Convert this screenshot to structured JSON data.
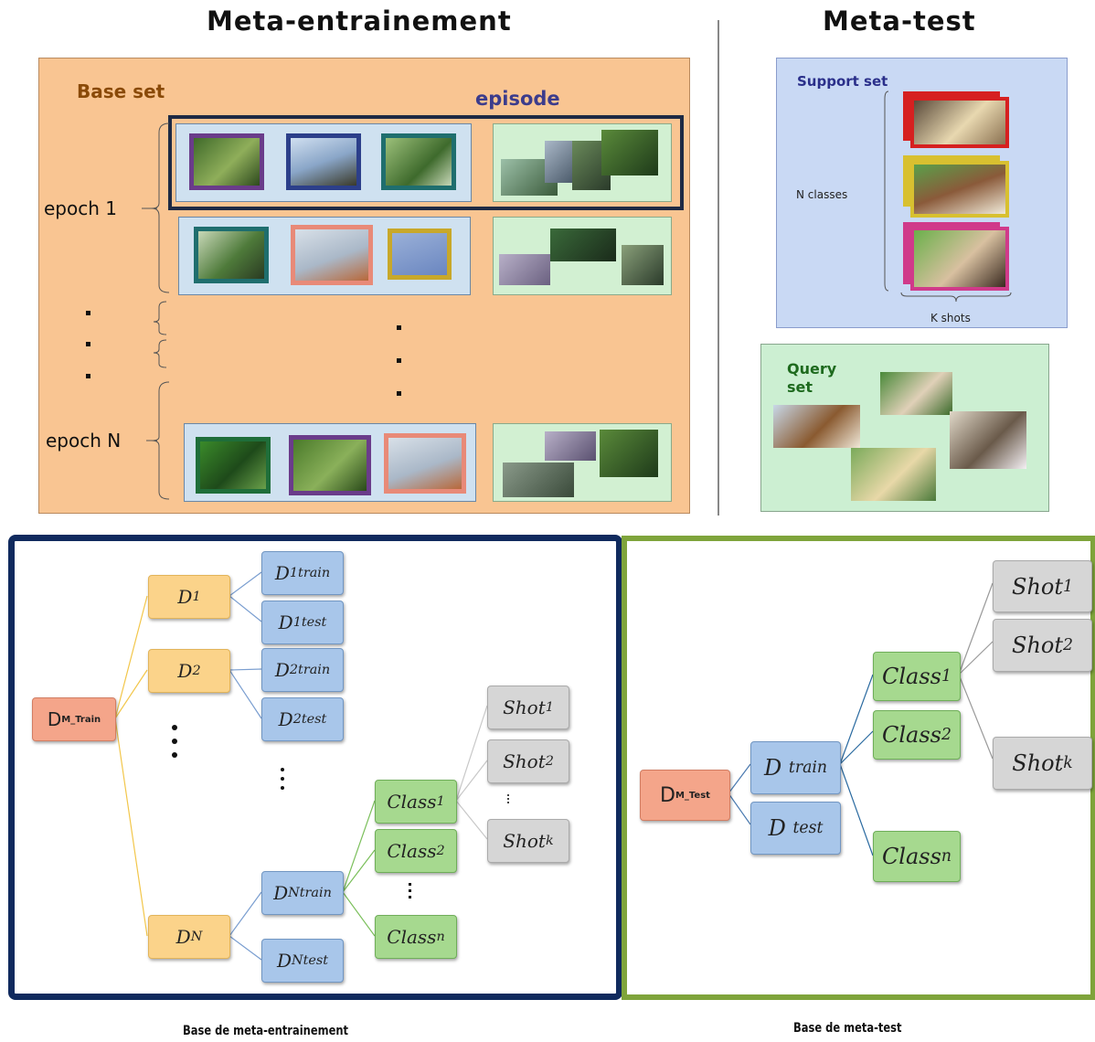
{
  "header": {
    "meta_train_title": "Meta-entrainement",
    "meta_test_title": "Meta-test"
  },
  "training_panel": {
    "base_set_label": "Base set",
    "episode_label": "episode",
    "epoch_first": "epoch 1",
    "epoch_last": "epoch N"
  },
  "support_panel": {
    "title": "Support set",
    "n_classes": "N classes",
    "k_shots": "K shots"
  },
  "query_panel": {
    "title_line1": "Query",
    "title_line2": "set"
  },
  "train_tree": {
    "root": "D",
    "root_sub": "M_Train",
    "d1": "D",
    "d1_sub": "1",
    "d1train": "D",
    "d1train_sub": "1train",
    "d1test": "D",
    "d1test_sub": "1test",
    "d2": "D",
    "d2_sub": "2",
    "d2train": "D",
    "d2train_sub": "2train",
    "d2test": "D",
    "d2test_sub": "2test",
    "dn": "D",
    "dn_sub": "N",
    "dntrain": "D",
    "dntrain_sub": "Ntrain",
    "dntest": "D",
    "dntest_sub": "Ntest",
    "class1": "Class",
    "class1_sub": "1",
    "class2": "Class",
    "class2_sub": "2",
    "classn": "Class",
    "classn_sub": "n",
    "shot1": "Shot",
    "shot1_sub": "1",
    "shot2": "Shot",
    "shot2_sub": "2",
    "shotk": "Shot",
    "shotk_sub": "k"
  },
  "test_tree": {
    "root": "D",
    "root_sub": "M_Test",
    "dtrain": "D",
    "dtrain_sub": "train",
    "dtest": "D",
    "dtest_sub": "test",
    "class1": "Class",
    "class1_sub": "1",
    "class2": "Class",
    "class2_sub": "2",
    "classn": "Class",
    "classn_sub": "n",
    "shot1": "Shot",
    "shot1_sub": "1",
    "shot2": "Shot",
    "shot2_sub": "2",
    "shotk": "Shot",
    "shotk_sub": "k"
  },
  "captions": {
    "train": "Base de meta-entrainement",
    "test": "Base de meta-test"
  },
  "colors": {
    "base_bg": "#f9c592",
    "episode_frame": "#1e2a44",
    "train_frame": "#102a5e",
    "test_frame": "#7fa43b"
  }
}
